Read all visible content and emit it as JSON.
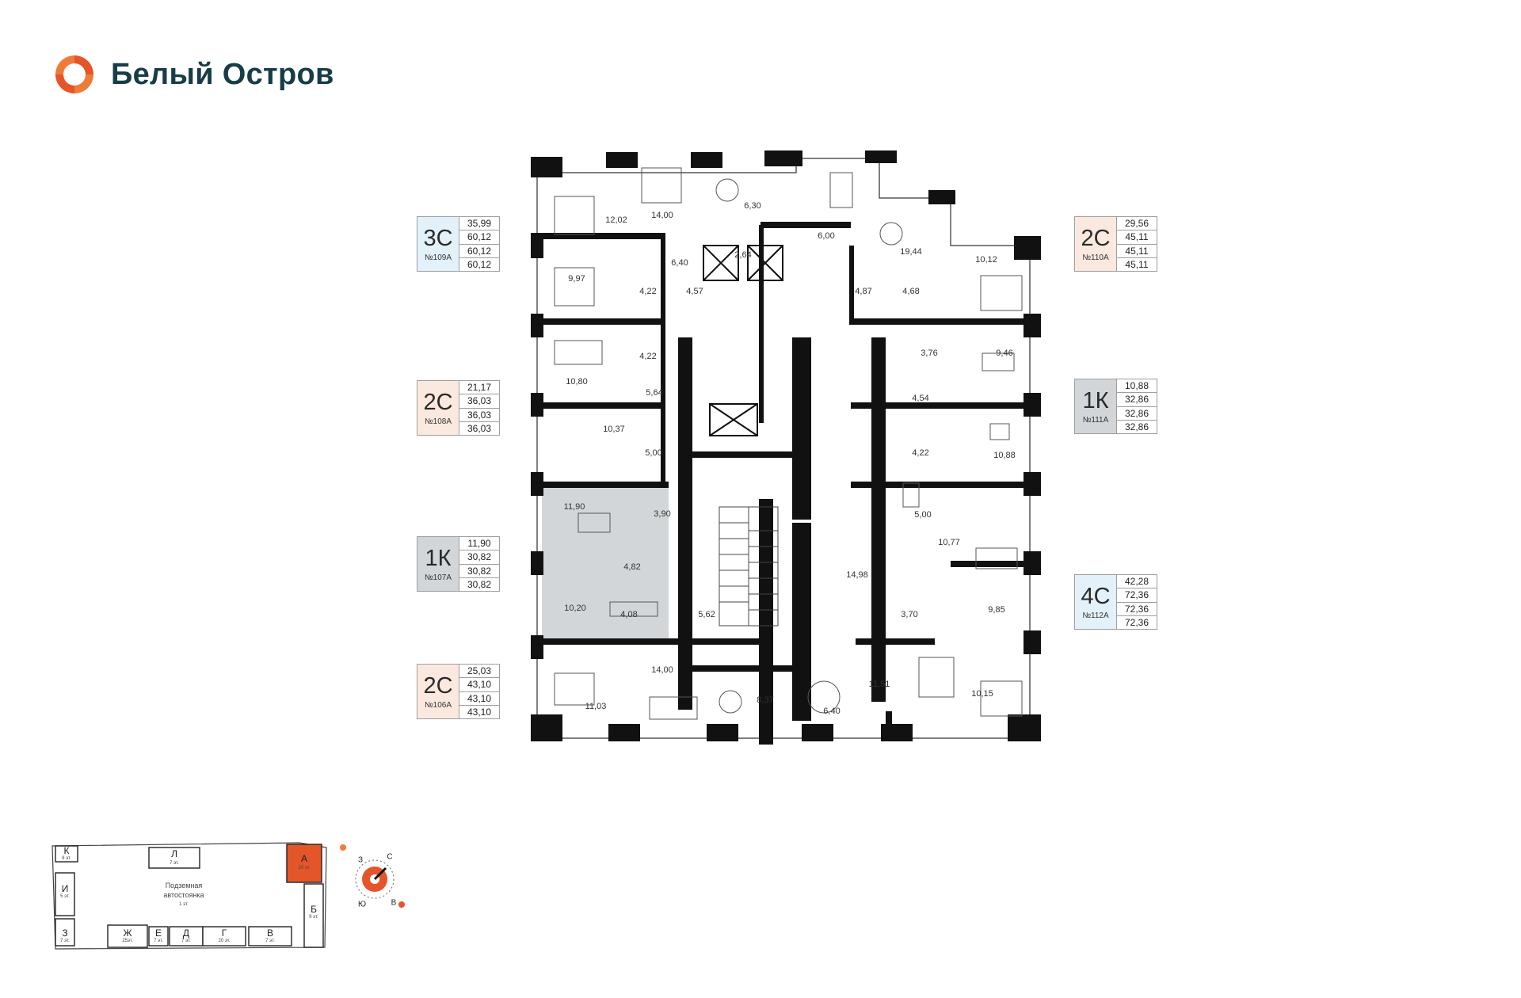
{
  "brand": {
    "name": "Белый Остров",
    "logo_icon": "brand-logo-icon",
    "accent_color": "#e4562a"
  },
  "units": [
    {
      "type": "3С",
      "number": "№109А",
      "areas": [
        "35,99",
        "60,12",
        "60,12",
        "60,12"
      ],
      "color": "#e3f1fa"
    },
    {
      "type": "2С",
      "number": "№108А",
      "areas": [
        "21,17",
        "36,03",
        "36,03",
        "36,03"
      ],
      "color": "#fbe9df"
    },
    {
      "type": "1К",
      "number": "№107А",
      "areas": [
        "11,90",
        "30,82",
        "30,82",
        "30,82"
      ],
      "color": "#d2d6d9"
    },
    {
      "type": "2С",
      "number": "№106А",
      "areas": [
        "25,03",
        "43,10",
        "43,10",
        "43,10"
      ],
      "color": "#fbe9df"
    },
    {
      "type": "2С",
      "number": "№110А",
      "areas": [
        "29,56",
        "45,11",
        "45,11",
        "45,11"
      ],
      "color": "#fbe9df"
    },
    {
      "type": "1К",
      "number": "№111А",
      "areas": [
        "10,88",
        "32,86",
        "32,86",
        "32,86"
      ],
      "color": "#d2d6d9"
    },
    {
      "type": "4С",
      "number": "№112А",
      "areas": [
        "42,28",
        "72,36",
        "72,36",
        "72,36"
      ],
      "color": "#e3f1fa"
    }
  ],
  "rooms": [
    "12,02",
    "14,00",
    "6,30",
    "6,00",
    "19,44",
    "10,12",
    "6,40",
    "2,64",
    "9,97",
    "4,22",
    "4,57",
    "4,87",
    "4,68",
    "4,22",
    "10,80",
    "5,64",
    "3,76",
    "9,46",
    "4,54",
    "10,37",
    "5,00",
    "4,22",
    "10,88",
    "11,90",
    "3,90",
    "5,00",
    "10,77",
    "4,82",
    "14,98",
    "10,20",
    "4,08",
    "5,62",
    "3,70",
    "9,85",
    "14,00",
    "8,37",
    "6,40",
    "11,51",
    "10,15",
    "11,03"
  ],
  "site_map": {
    "sections": [
      {
        "letter": "К",
        "floors": "9 эт."
      },
      {
        "letter": "Л",
        "floors": "7 эт."
      },
      {
        "letter": "А",
        "floors": "20 эт."
      },
      {
        "letter": "И",
        "floors": "5 эт."
      },
      {
        "letter": "Б",
        "floors": "9 эт."
      },
      {
        "letter": "З",
        "floors": "7 эт."
      },
      {
        "letter": "Ж",
        "floors": "25эт."
      },
      {
        "letter": "Е",
        "floors": "7 эт."
      },
      {
        "letter": "Д",
        "floors": "7 эт."
      },
      {
        "letter": "Г",
        "floors": "20 эт."
      },
      {
        "letter": "В",
        "floors": "7 эт."
      }
    ],
    "parking_line1": "Подземная",
    "parking_line2": "автостоянка",
    "parking_floors": "1 эт."
  },
  "compass": {
    "north": "С",
    "west": "З",
    "south": "Ю",
    "east": "В"
  }
}
